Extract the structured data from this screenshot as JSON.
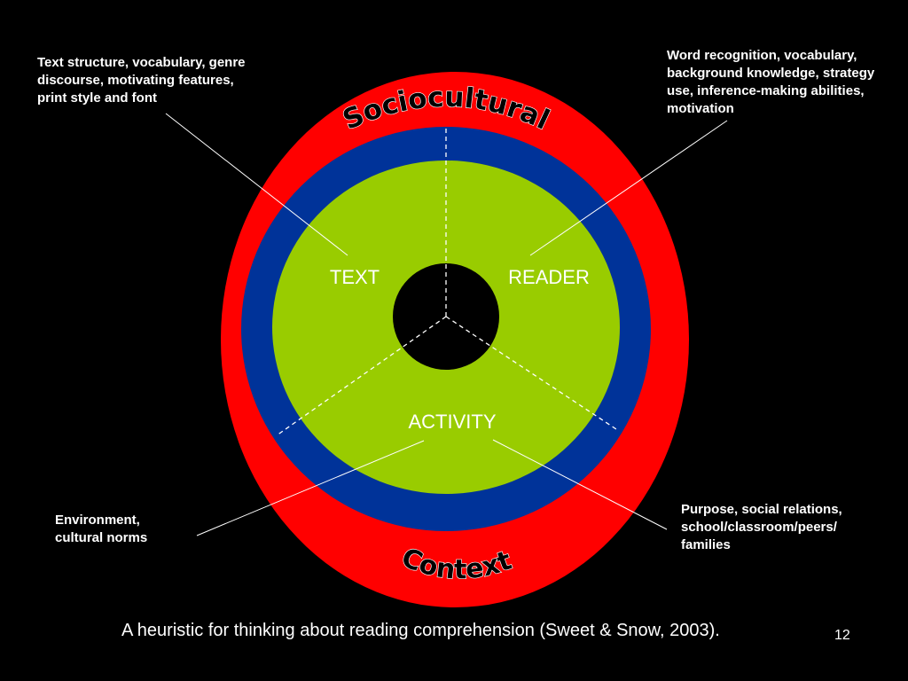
{
  "colors": {
    "background": "#000000",
    "outer_ring": "#ff0000",
    "middle_ring": "#003399",
    "inner_disc": "#99cc00",
    "center": "#000000",
    "text": "#ffffff"
  },
  "diagram": {
    "ring_labels": {
      "top": "Sociocultural",
      "bottom": "Context"
    },
    "segments": {
      "text": "TEXT",
      "reader": "READER",
      "activity": "ACTIVITY"
    },
    "notes": {
      "text": "Text structure, vocabulary, genre\ndiscourse, motivating features,\nprint style and font",
      "reader": "Word recognition, vocabulary,\nbackground knowledge, strategy\nuse, inference-making abilities,\nmotivation",
      "environment": "Environment,\ncultural norms",
      "purpose": "Purpose, social relations,\nschool/classroom/peers/\nfamilies"
    }
  },
  "footer": {
    "caption": "A heuristic for thinking about reading comprehension (Sweet & Snow, 2003).",
    "page_number": "12"
  }
}
